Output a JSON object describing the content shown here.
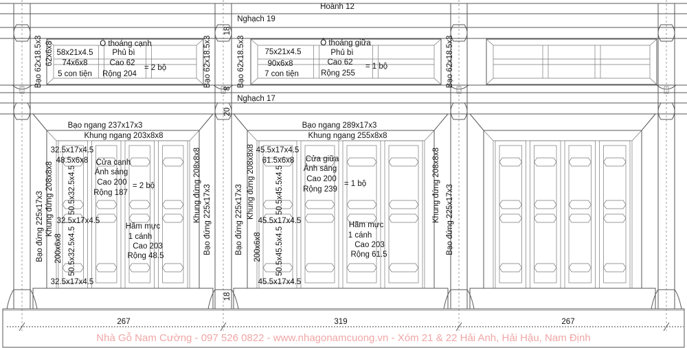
{
  "labels": {
    "hoanh": "Hoành 12",
    "nghach_top": "Nghạch 19",
    "nghach_mid": "Nghạch 17",
    "dim_18_top": "18",
    "dim_8": "8",
    "dim_20": "20",
    "dim_18_bottom": "18"
  },
  "upper_side": {
    "bao_left": "Bạo 62x18.5x3",
    "bao_right": "Bạo 62x18.5x3",
    "frame": "62x6x8",
    "part1": "58x21x4.5",
    "part2": "74x6x8",
    "part3": "5 con tiện",
    "title": "Ô thoáng cạnh",
    "type": "Phủ bì",
    "height": "Cao 62",
    "width": "Rộng 204",
    "qty": "= 2 bộ"
  },
  "upper_middle": {
    "bao_left": "Bạo 62x18.5x3",
    "bao_right": "Bạo 62x18.5x3",
    "part1": "75x21x4.5",
    "part2": "90x6x8",
    "part3": "7 con tiện",
    "title": "Ô thoáng giữa",
    "type": "Phủ bì",
    "height": "Cao 62",
    "width": "Rộng 255",
    "qty": "= 1 bộ"
  },
  "door_side": {
    "bao_ngang": "Bạo ngang 237x17x3",
    "khung_ngang": "Khung ngang 203x8x8",
    "rail_top": "32.5x17x4.5",
    "rail_small": "48.5x6x8",
    "rail_mid": "32.5x17x4.5",
    "rail_bottom": "32.5x17x4.5",
    "title": "Cửa cạnh",
    "light": "Ánh sáng",
    "height": "Cao 200",
    "width": "Rộng 187",
    "qty": "= 2 bộ",
    "bao_dung_left": "Bạo đứng 225x17x3",
    "khung_dung_left": "Khung đứng 208x8x8",
    "stile": "200x6x8",
    "panel_upper": "50.5x32.5x4.5",
    "panel_lower": "50.5x32.5x4.5",
    "leaf_title": "Hãm mực",
    "leaf_count": "1 cánh",
    "leaf_height": "Cao 203",
    "leaf_width": "Rộng 48.5",
    "khung_dung_right": "Khung đứng 208x8x8",
    "bao_dung_right": "Bạo đứng 225x17x3"
  },
  "door_middle": {
    "bao_ngang": "Bạo ngang 289x17x3",
    "khung_ngang": "Khung ngang 255x8x8",
    "rail_top": "45.5x17x4.5",
    "rail_small": "61.5x6x8",
    "rail_mid": "45.5x17x4.5",
    "rail_bottom": "45.5x17x4.5",
    "title": "Cửa giữa",
    "light": "Ánh sáng",
    "height": "Cao 200",
    "width": "Rộng 239",
    "qty": "= 1 bộ",
    "bao_dung_left": "Bạo đứng 225x17x3",
    "khung_dung_left": "Khung đứng 208x8x8",
    "stile": "200x6x8",
    "panel_upper": "50.5x45.5x4.5",
    "panel_lower": "50.5x45.5x4.5",
    "leaf_title": "Hãm mực",
    "leaf_count": "1 cánh",
    "leaf_height": "Cao 203",
    "leaf_width": "Rộng 61.5",
    "khung_dung_right": "Khung đứng 208x8x8",
    "bao_dung_right": "Bạo đứng 225x17x3"
  },
  "dimensions": {
    "left_bay": "267",
    "middle_bay": "319",
    "right_bay": "267"
  },
  "watermark": "Nhà Gỗ Nam Cường - 097 526 0822 - www.nhagonamcuong.vn - Xóm 21 & 22 Hải Anh, Hải Hậu, Nam Định"
}
